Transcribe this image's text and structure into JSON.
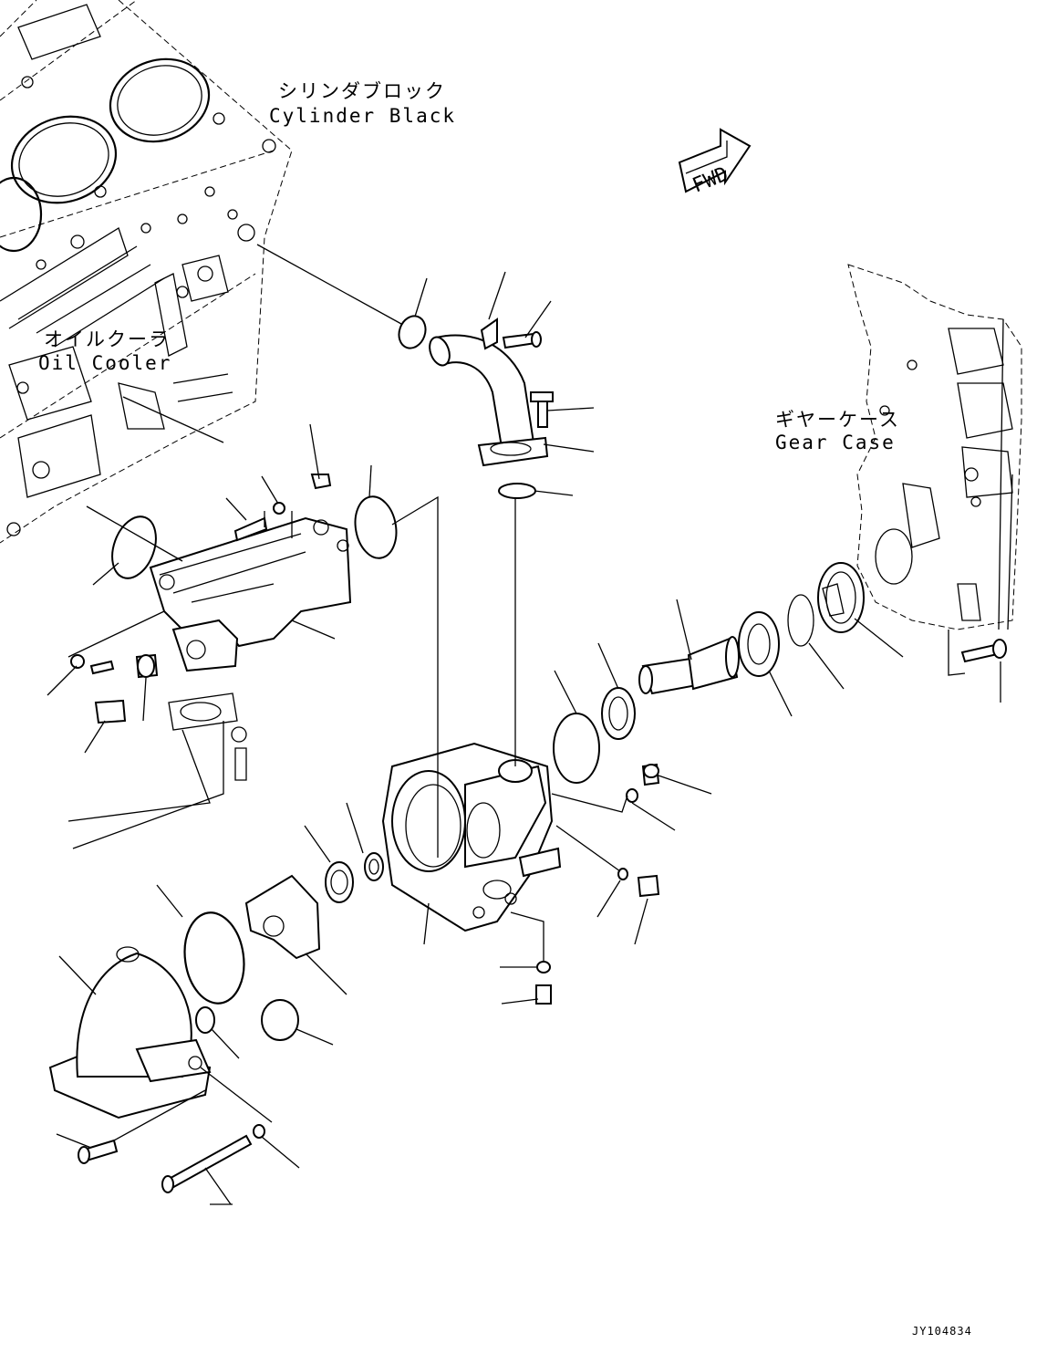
{
  "labels": {
    "cylinder_block_jp": "シリンダブロック",
    "cylinder_block_en": "Cylinder Black",
    "oil_cooler_jp": "オイルクーラ",
    "oil_cooler_en": "Oil Cooler",
    "gear_case_jp": "ギヤーケース",
    "gear_case_en": "Gear Case"
  },
  "fwd_arrow": "FWD",
  "drawing_code": "JY104834"
}
